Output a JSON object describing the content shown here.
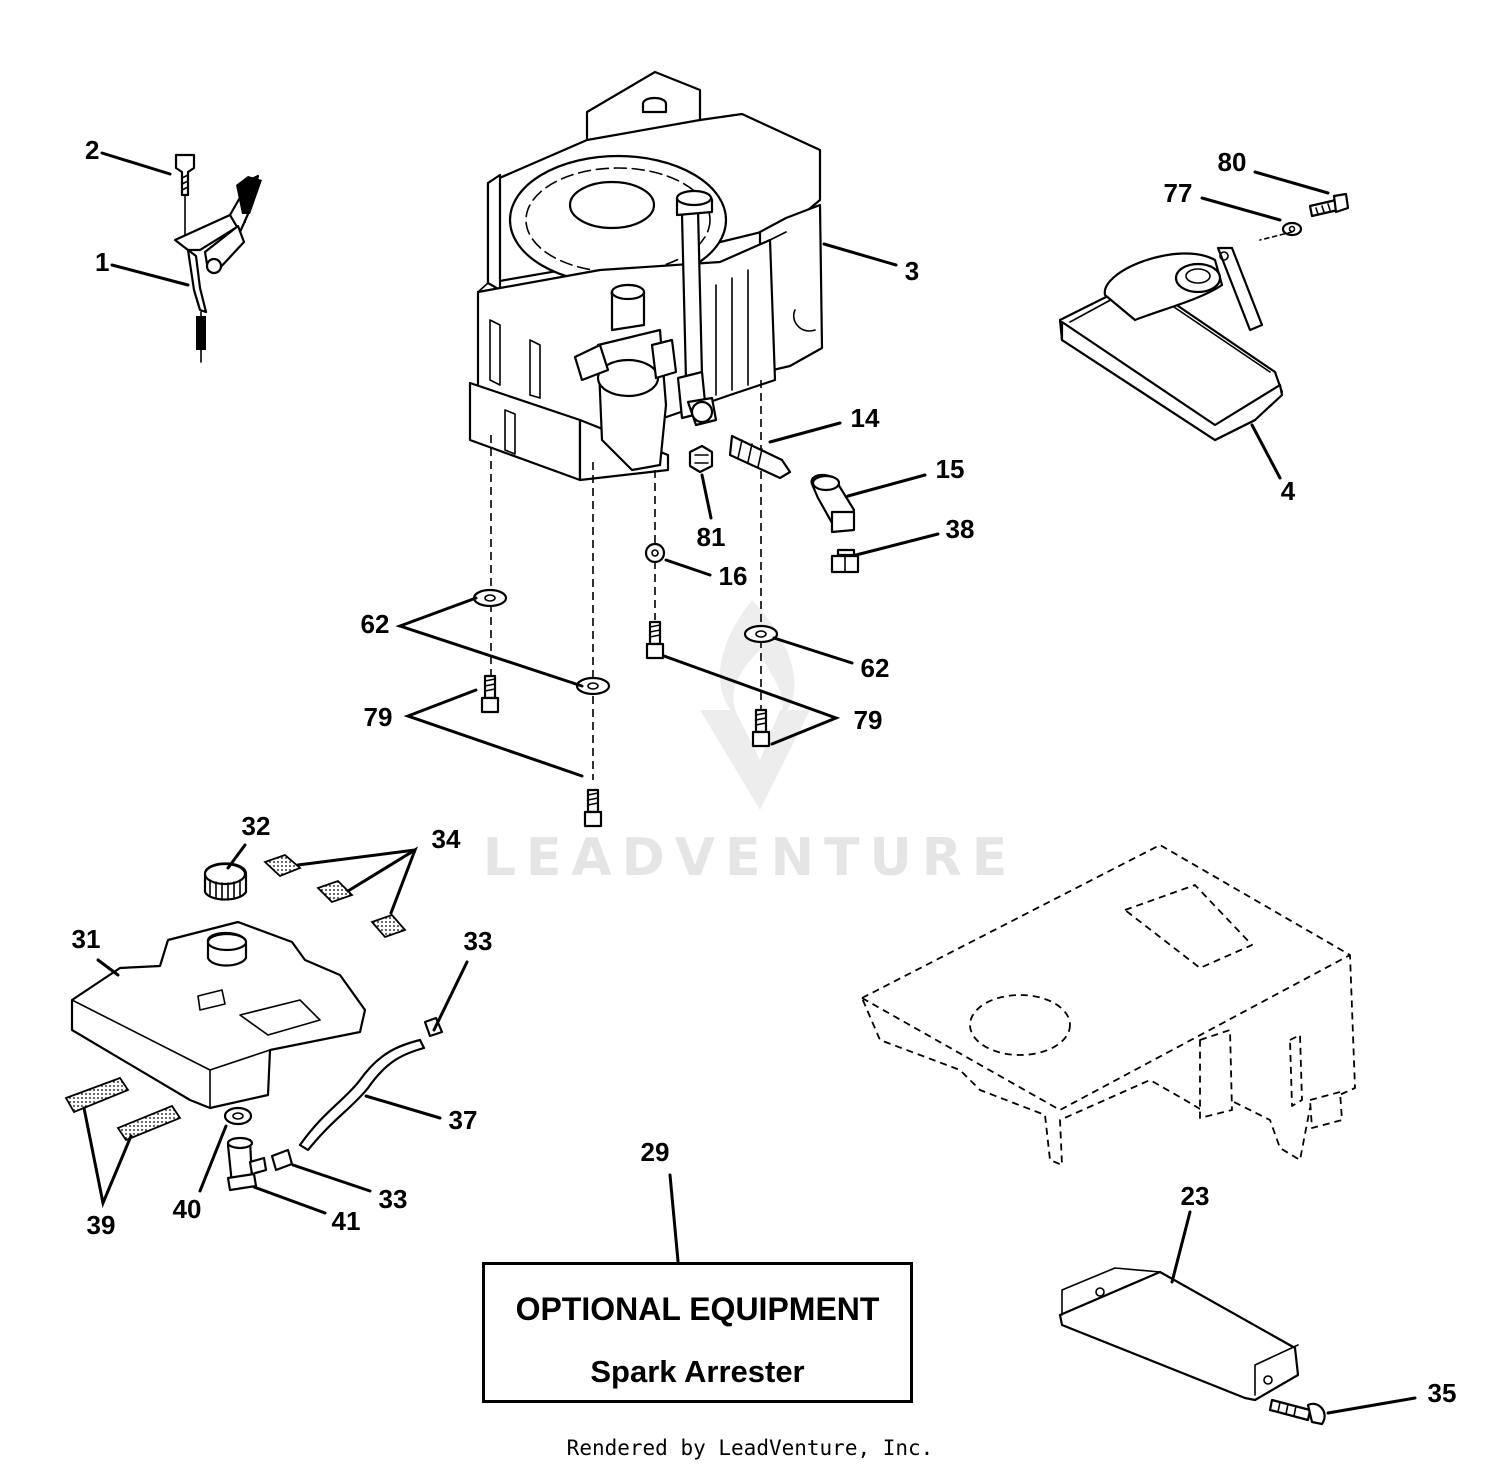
{
  "watermark": "LEADVENTURE",
  "callouts": {
    "c1": "1",
    "c2": "2",
    "c3": "3",
    "c4": "4",
    "c14": "14",
    "c15": "15",
    "c16": "16",
    "c23": "23",
    "c29": "29",
    "c31": "31",
    "c32": "32",
    "c33a": "33",
    "c33b": "33",
    "c34": "34",
    "c35": "35",
    "c37": "37",
    "c38": "38",
    "c39": "39",
    "c40": "40",
    "c41": "41",
    "c62a": "62",
    "c62b": "62",
    "c77": "77",
    "c79a": "79",
    "c79b": "79",
    "c80": "80",
    "c81": "81"
  },
  "optional_box": {
    "title": "OPTIONAL EQUIPMENT",
    "subtitle": "Spark Arrester"
  },
  "footer": "Rendered by LeadVenture, Inc."
}
